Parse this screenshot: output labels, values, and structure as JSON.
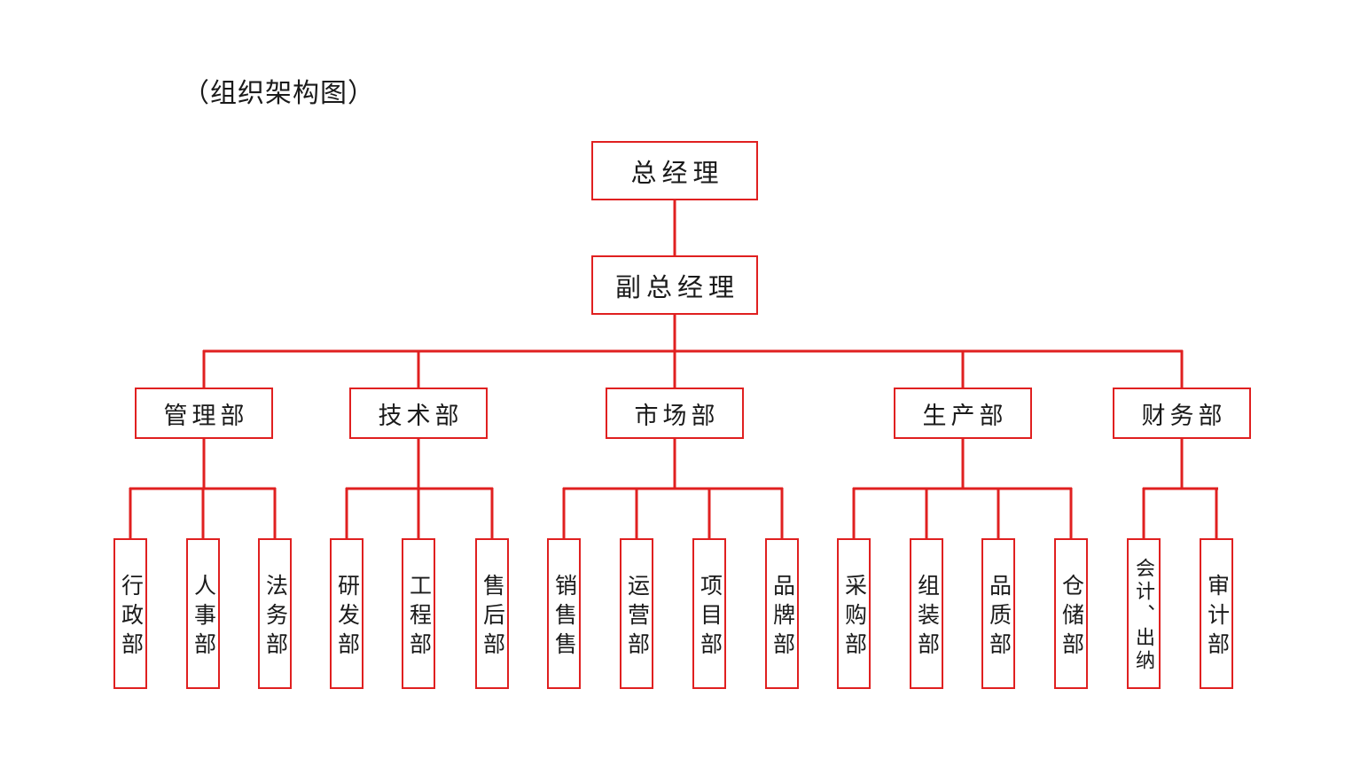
{
  "title": "（组织架构图）",
  "colors": {
    "accent": "#e02020",
    "text": "#1a1a1a",
    "background": "#ffffff"
  },
  "org": {
    "root": {
      "label": "总经理"
    },
    "deputy": {
      "label": "副总经理"
    },
    "departments": [
      {
        "label": "管理部",
        "children": [
          "行政部",
          "人事部",
          "法务部"
        ]
      },
      {
        "label": "技术部",
        "children": [
          "研发部",
          "工程部",
          "售后部"
        ]
      },
      {
        "label": "市场部",
        "children": [
          "销售售",
          "运营部",
          "项目部",
          "品牌部"
        ]
      },
      {
        "label": "生产部",
        "children": [
          "采购部",
          "组装部",
          "品质部",
          "仓储部"
        ]
      },
      {
        "label": "财务部",
        "children": [
          "会计、出纳",
          "审计部"
        ]
      }
    ]
  }
}
